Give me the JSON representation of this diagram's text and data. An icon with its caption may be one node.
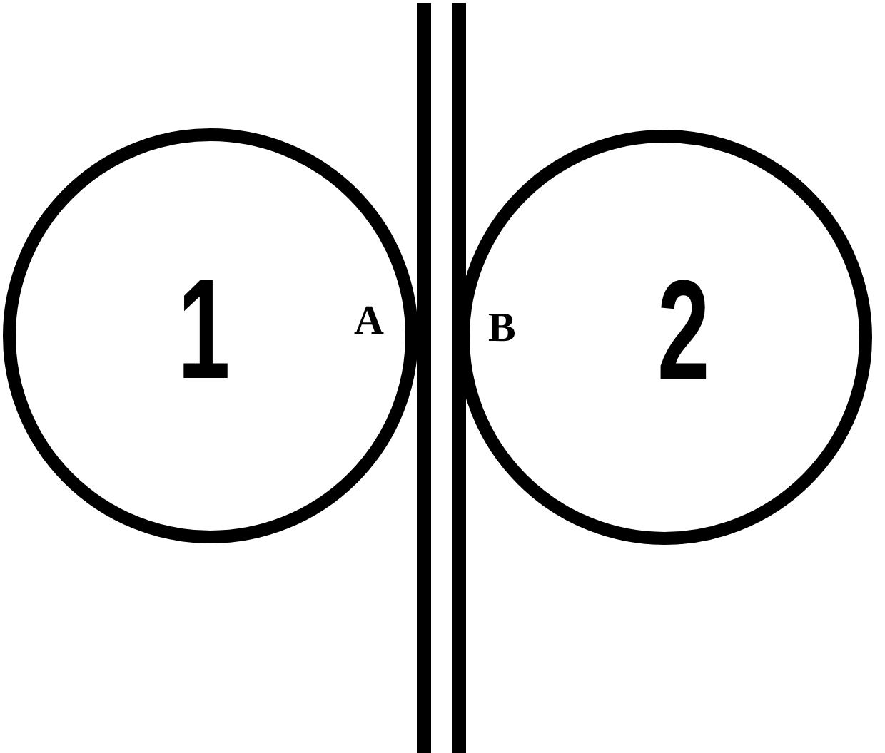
{
  "diagram": {
    "nodes": [
      {
        "text": [
          "1"
        ]
      },
      {
        "text": [
          "2"
        ]
      }
    ],
    "labels": [
      "A",
      "B"
    ]
  }
}
